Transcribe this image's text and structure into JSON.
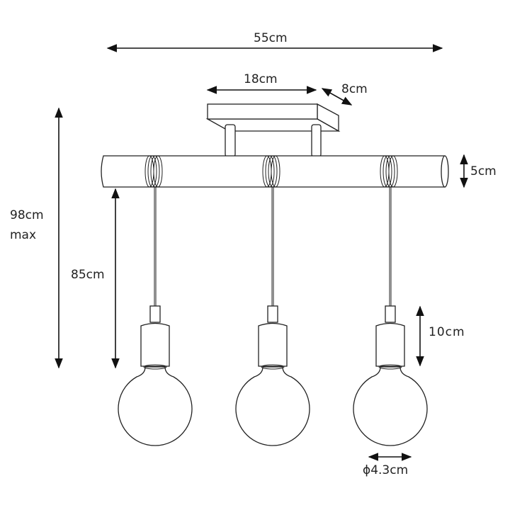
{
  "dimensions": {
    "width": "55cm",
    "canopy_length": "18cm",
    "canopy_depth": "8cm",
    "bar_diameter": "5cm",
    "total_height": "98cm",
    "total_height_note": "max",
    "cord_length": "85cm",
    "socket_height": "10cm",
    "bulb_diameter": "ϕ4.3cm"
  },
  "bulb_count": 3
}
